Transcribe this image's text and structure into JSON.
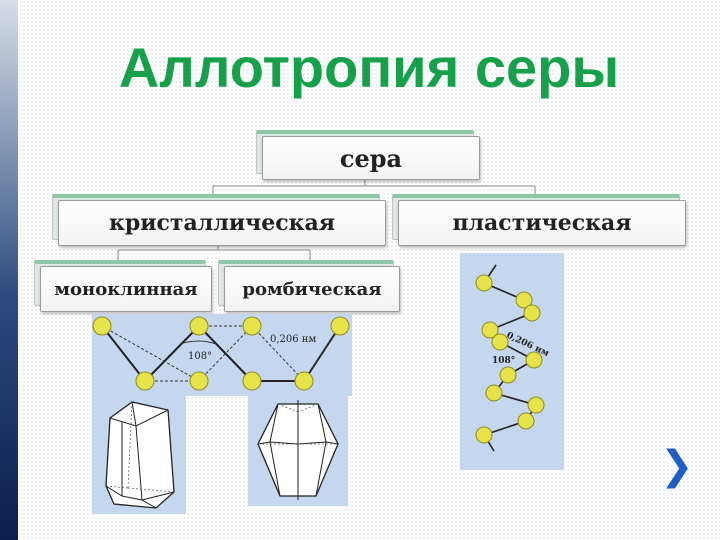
{
  "slide": {
    "title": "Аллотропия серы",
    "title_color": "#17a04a",
    "next_icon": "chevron-right-icon"
  },
  "tree": {
    "root": "сера",
    "branches": [
      "кристаллическая",
      "пластическая"
    ],
    "crystal_types": [
      "моноклинная",
      "ромбическая"
    ]
  },
  "figures": {
    "ring": {
      "bond_length": "0,206 нм",
      "angle": "108°"
    },
    "chain": {
      "bond_length": "0,206 нм",
      "angle": "108°"
    },
    "atom_color": "#e6e34a",
    "panel_color": "#c5d7ee"
  }
}
